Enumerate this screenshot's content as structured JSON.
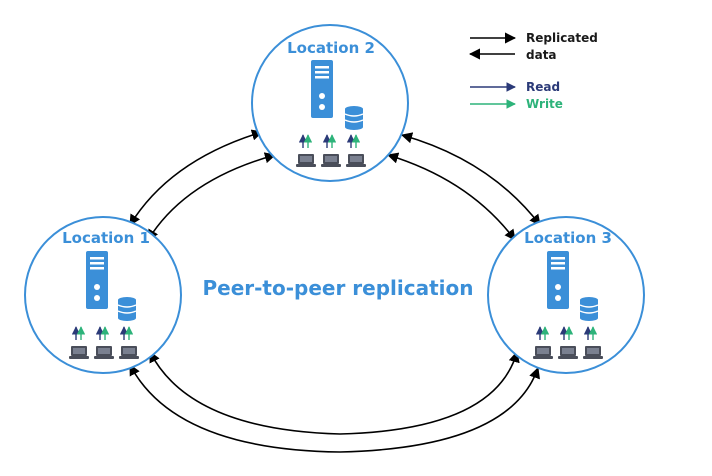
{
  "diagram": {
    "center_title": "Peer-to-peer replication",
    "locations": [
      {
        "label": "Location 1"
      },
      {
        "label": "Location 2"
      },
      {
        "label": "Location 3"
      }
    ],
    "legend": {
      "replicated_line1": "Replicated",
      "replicated_line2": "data",
      "read": "Read",
      "write": "Write"
    },
    "colors": {
      "node_blue": "#3b8fd8",
      "read_arrow": "#2b3a78",
      "write_arrow": "#2db37a",
      "replication_arrow": "#000000",
      "laptop": "#4a4e5a"
    },
    "icons": [
      "server-icon",
      "database-icon",
      "laptop-icon",
      "read-arrow-icon",
      "write-arrow-icon"
    ]
  }
}
